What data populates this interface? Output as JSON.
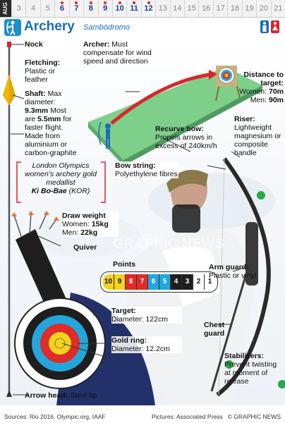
{
  "calendar": {
    "month": "AUG",
    "days": [
      "3",
      "4",
      "5",
      "6",
      "7",
      "8",
      "9",
      "10",
      "11",
      "12",
      "13",
      "14",
      "15",
      "16",
      "17",
      "18",
      "19",
      "20",
      "21"
    ],
    "event_days": [
      "6",
      "7",
      "8",
      "9",
      "10",
      "11",
      "12"
    ]
  },
  "header": {
    "title": "Archery",
    "venue": "Sambódromo",
    "icon": "archery-pictogram-icon",
    "gender_icons": [
      "male-icon",
      "female-icon"
    ]
  },
  "labels": {
    "nock": "Nock",
    "fletching_title": "Fletching:",
    "fletching_text": "Plastic or feather",
    "shaft_title": "Shaft:",
    "shaft_text_1": "Max diameter: ",
    "shaft_val_1": "9.3mm",
    "shaft_text_2": "Most are ",
    "shaft_val_2": "5.5mm",
    "shaft_text_3": "for faster flight. Made from aluminium or carbon-graphite",
    "archer_title": "Archer:",
    "archer_text": "Must compensate for wind speed and direction",
    "distance_title": "Distance to target:",
    "distance_women": "Women: ",
    "distance_women_val": "70m",
    "distance_men": "Men: ",
    "distance_men_val": "90m",
    "recurve_title": "Recurve bow:",
    "recurve_text": "Propels arrows in excess of 240km/h",
    "riser_title": "Riser:",
    "riser_text": "Lightweight magnesium or composite handle",
    "medalist_1": "London Olympics women’s archery gold medallist",
    "medalist_2": "Ki Bo-Bae",
    "medalist_3": " (KOR)",
    "bowstring_title": "Bow string:",
    "bowstring_text": "Polyethylene fibres",
    "drawweight_title": "Draw weight",
    "drawweight_women": "Women: ",
    "drawweight_women_val": "15kg",
    "drawweight_men": "Men: ",
    "drawweight_men_val": "22kg",
    "quiver": "Quiver",
    "points_title": "Points",
    "target_title": "Target:",
    "target_text": "Diameter: 122cm",
    "goldring_title": "Gold ring:",
    "goldring_text": "Diameter: 12.2cm",
    "armguard_title": "Arm guard:",
    "armguard_text": "Plastic or vinyl",
    "chestguard_title": "Chest guard",
    "stabilizers_title": "Stabilizers:",
    "stabilizers_text": "Prevent twisting at moment of release",
    "arrowhead_title": "Arrow head:",
    "arrowhead_text": "Steel tip",
    "watermark": "GRAPHIC NEWS"
  },
  "points": [
    "10",
    "9",
    "8",
    "7",
    "6",
    "5",
    "4",
    "3",
    "2",
    "1"
  ],
  "point_colors": [
    "#f5d21f",
    "#f5d21f",
    "#e02b2b",
    "#e02b2b",
    "#22a6dc",
    "#22a6dc",
    "#1e1e1e",
    "#1e1e1e",
    "#ffffff",
    "#ffffff"
  ],
  "footer": {
    "sources": "Sources: Rio 2016, Olympic.org, IAAF",
    "pictures": "Pictures: Associated Press",
    "credit": "© GRAPHIC NEWS"
  }
}
